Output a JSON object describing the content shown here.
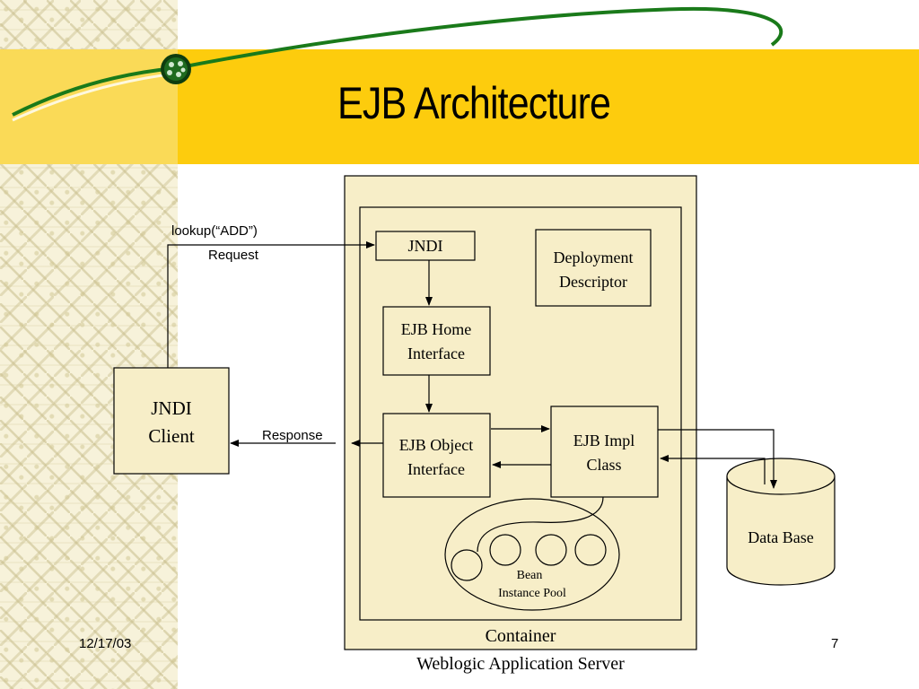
{
  "slide": {
    "title": "EJB Architecture",
    "date": "12/17/03",
    "page_number": "7"
  },
  "diagram": {
    "server_label": "Weblogic Application Server",
    "container_label": "Container",
    "jndi_client": {
      "line1": "JNDI",
      "line2": "Client"
    },
    "jndi": "JNDI",
    "deployment_descriptor": {
      "line1": "Deployment",
      "line2": "Descriptor"
    },
    "ejb_home": {
      "line1": "EJB Home",
      "line2": "Interface"
    },
    "ejb_object": {
      "line1": "EJB Object",
      "line2": "Interface"
    },
    "ejb_impl": {
      "line1": "EJB Impl",
      "line2": "Class"
    },
    "bean_pool": {
      "line1": "Bean",
      "line2": "Instance Pool"
    },
    "database": "Data Base",
    "lookup_label": "lookup(“ADD”)",
    "request_label": "Request",
    "response_label": "Response"
  },
  "colors": {
    "title_band": "#fdcc0d",
    "box_fill": "#f7eec8",
    "accent_green": "#1a7a1a"
  }
}
